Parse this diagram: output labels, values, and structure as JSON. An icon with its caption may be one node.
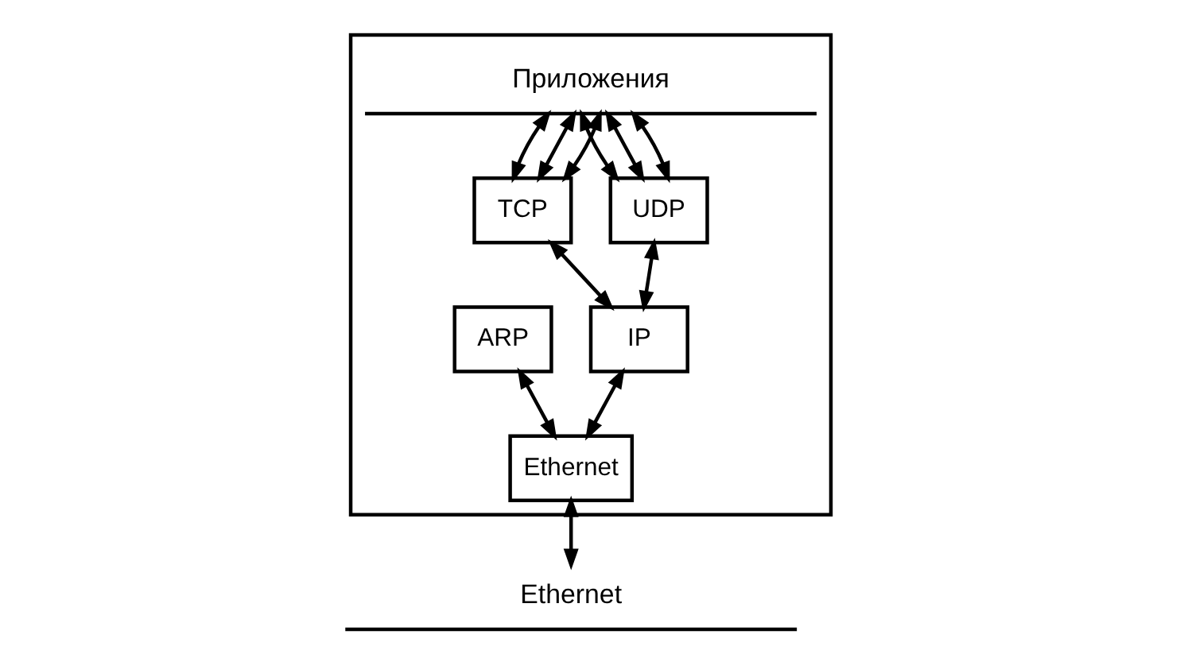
{
  "diagram": {
    "nodes": [
      {
        "text": [],
        "shape": "box"
      },
      {
        "text": [
          "Приложения"
        ],
        "in": 0
      },
      {
        "text": [
          "TCP"
        ],
        "in": 0
      },
      {
        "text": [
          "UDP"
        ],
        "in": 0
      },
      {
        "text": [
          "IP"
        ],
        "in": 0
      },
      {
        "text": [
          "ARP"
        ],
        "in": 0
      },
      {
        "text": [
          "Ethernet"
        ],
        "in": 0
      },
      {
        "text": [
          "Ethernet"
        ]
      }
    ],
    "edges": [
      {
        "from": 1,
        "to": 2,
        "arrow": "both"
      },
      {
        "from": 1,
        "to": 2,
        "arrow": "both"
      },
      {
        "from": 1,
        "to": 2,
        "arrow": "both"
      },
      {
        "from": 1,
        "to": 3,
        "arrow": "both"
      },
      {
        "from": 1,
        "to": 3,
        "arrow": "both"
      },
      {
        "from": 1,
        "to": 3,
        "arrow": "both"
      },
      {
        "from": 2,
        "to": 4,
        "arrow": "both"
      },
      {
        "from": 3,
        "to": 4,
        "arrow": "both"
      },
      {
        "from": 4,
        "to": 6,
        "arrow": "both"
      },
      {
        "from": 5,
        "to": 6,
        "arrow": "both"
      },
      {
        "from": 6,
        "to": 7,
        "arrow": "both"
      }
    ]
  }
}
